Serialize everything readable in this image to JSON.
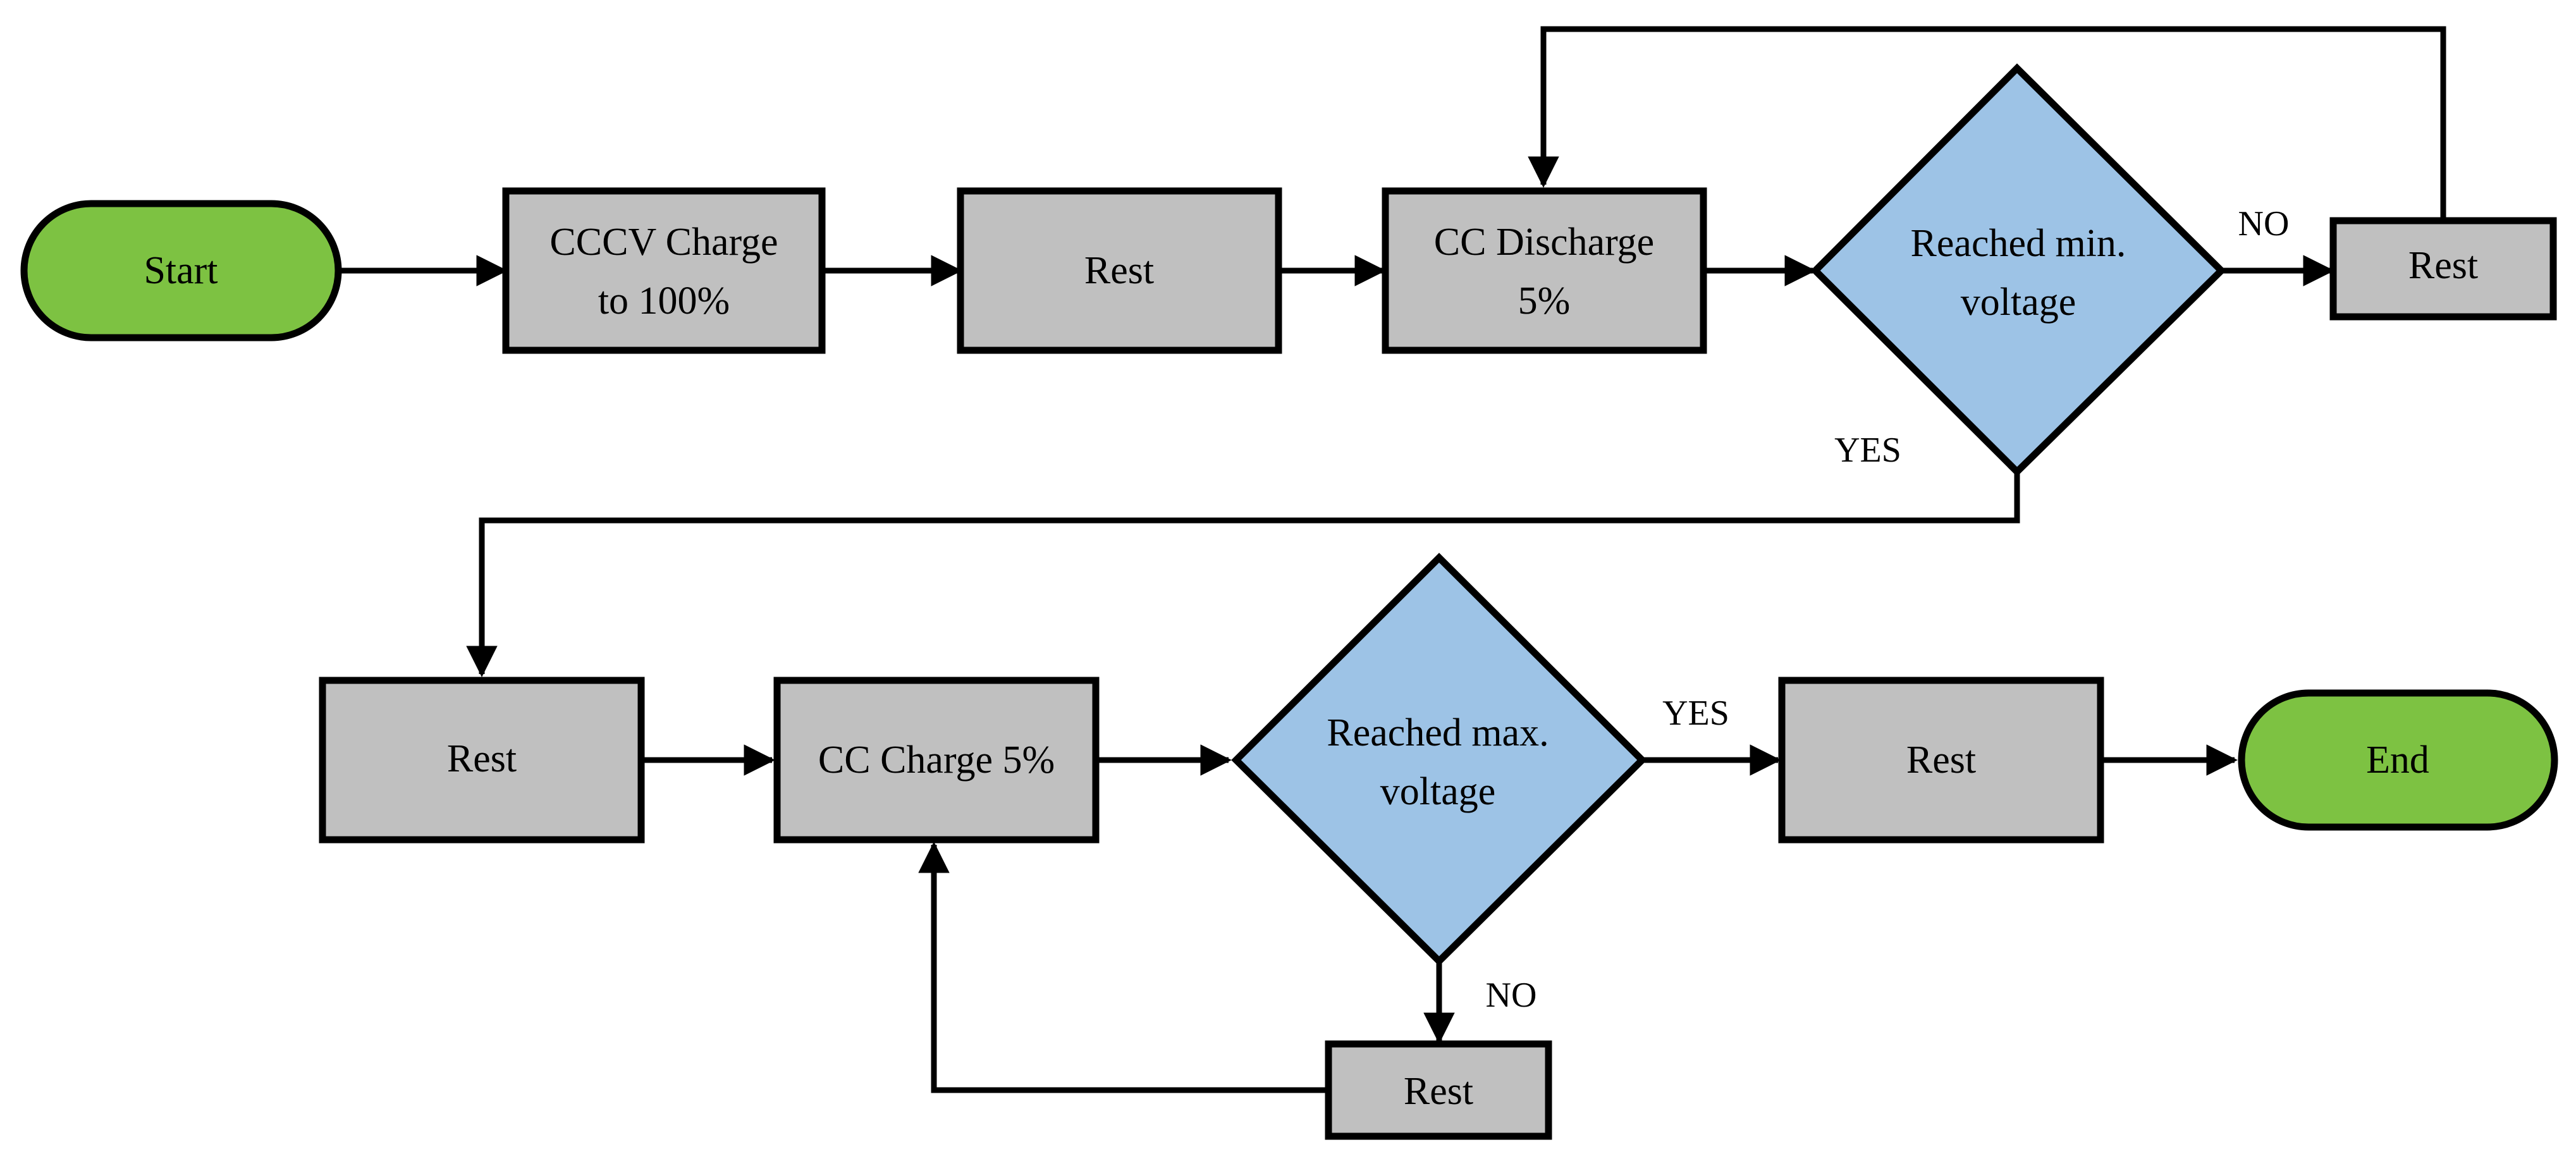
{
  "colors": {
    "terminal_fill": "#7dc242",
    "process_fill": "#c0c0c0",
    "decision_fill": "#9dc3e6",
    "line": "#000000"
  },
  "nodes": {
    "start": {
      "label": "Start"
    },
    "cccv_charge": {
      "line1": "CCCV Charge",
      "line2": "to 100%"
    },
    "rest_top_1": {
      "label": "Rest"
    },
    "cc_discharge": {
      "line1": "CC Discharge",
      "line2": "5%"
    },
    "decision_min_voltage": {
      "line1": "Reached min.",
      "line2": "voltage"
    },
    "rest_top_loop": {
      "label": "Rest"
    },
    "rest_bottom_1": {
      "label": "Rest"
    },
    "cc_charge": {
      "label": "CC Charge 5%"
    },
    "decision_max_voltage": {
      "line1": "Reached max.",
      "line2": "voltage"
    },
    "rest_bottom_2": {
      "label": "Rest"
    },
    "end": {
      "label": "End"
    },
    "rest_bottom_loop": {
      "label": "Rest"
    }
  },
  "branch_labels": {
    "min_no": "NO",
    "min_yes": "YES",
    "max_yes": "YES",
    "max_no": "NO"
  }
}
